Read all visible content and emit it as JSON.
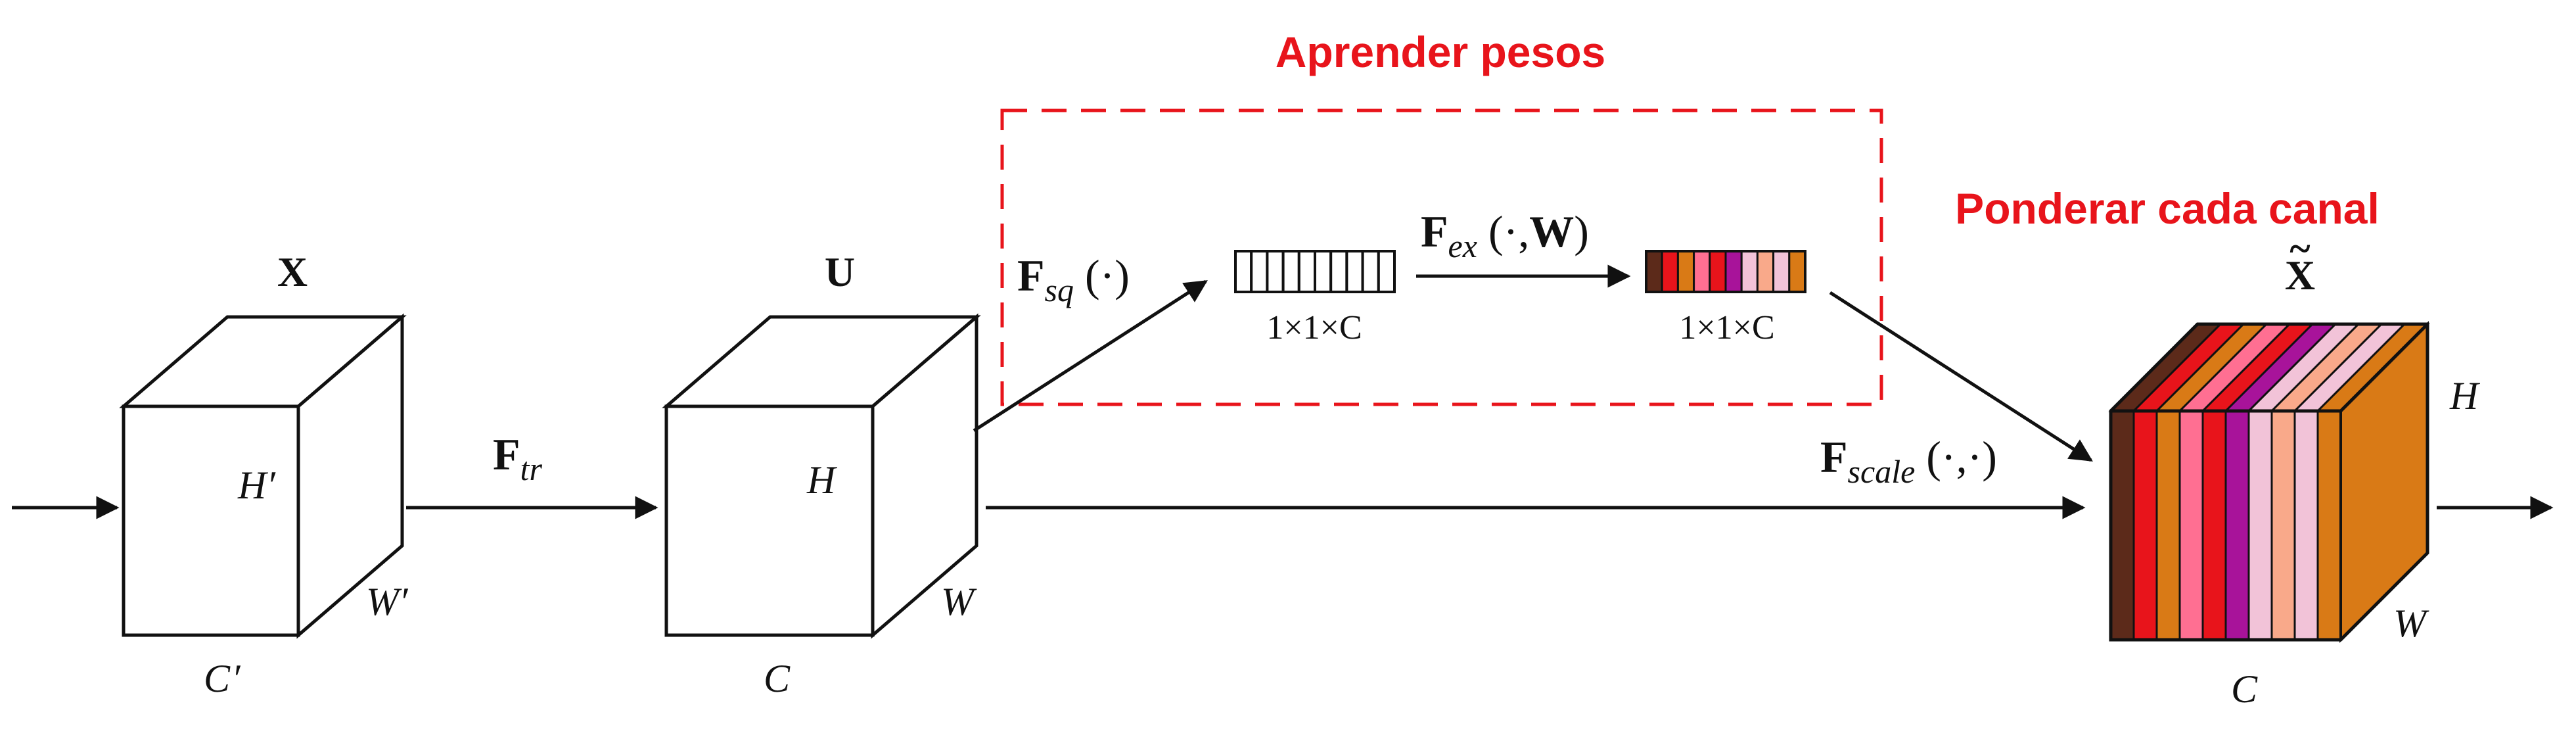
{
  "labels": {
    "learn_weights": "Aprender pesos",
    "weight_channels": "Ponderar cada canal"
  },
  "input_tensor": {
    "name": "X",
    "height": "H",
    "width": "W",
    "channels": "C",
    "prime": "′"
  },
  "feature_tensor": {
    "name": "U",
    "height": "H",
    "width": "W",
    "channels": "C"
  },
  "output_tensor": {
    "name": "X",
    "tilde": "~",
    "height": "H",
    "width": "W",
    "channels": "C"
  },
  "operations": {
    "transform": {
      "symbol": "F",
      "subscript": "tr"
    },
    "squeeze": {
      "symbol": "F",
      "subscript": "sq",
      "args": " (·)"
    },
    "excitation": {
      "symbol": "F",
      "subscript": "ex",
      "args": " (·,",
      "weights": "W",
      "close": ")"
    },
    "scale": {
      "symbol": "F",
      "subscript": "scale",
      "args": " (·,·)"
    }
  },
  "vectors": {
    "squeezed_dim": "1×1×C",
    "excited_dim": "1×1×C"
  },
  "colors": {
    "highlight_red": "#e8141b",
    "excited_vector": [
      "#5c2a1a",
      "#e8141b",
      "#d97a16",
      "#ff6f92",
      "#e8141b",
      "#a8139a",
      "#f2c3d8",
      "#f9a98a",
      "#f2c3d8",
      "#d97a16"
    ],
    "output_slices": [
      "#5c2a1a",
      "#e8141b",
      "#d97a16",
      "#ff6f92",
      "#e8141b",
      "#a8139a",
      "#f2c3d8",
      "#f9a98a",
      "#f2c3d8",
      "#d97a16"
    ],
    "output_side": "#d97a16"
  }
}
